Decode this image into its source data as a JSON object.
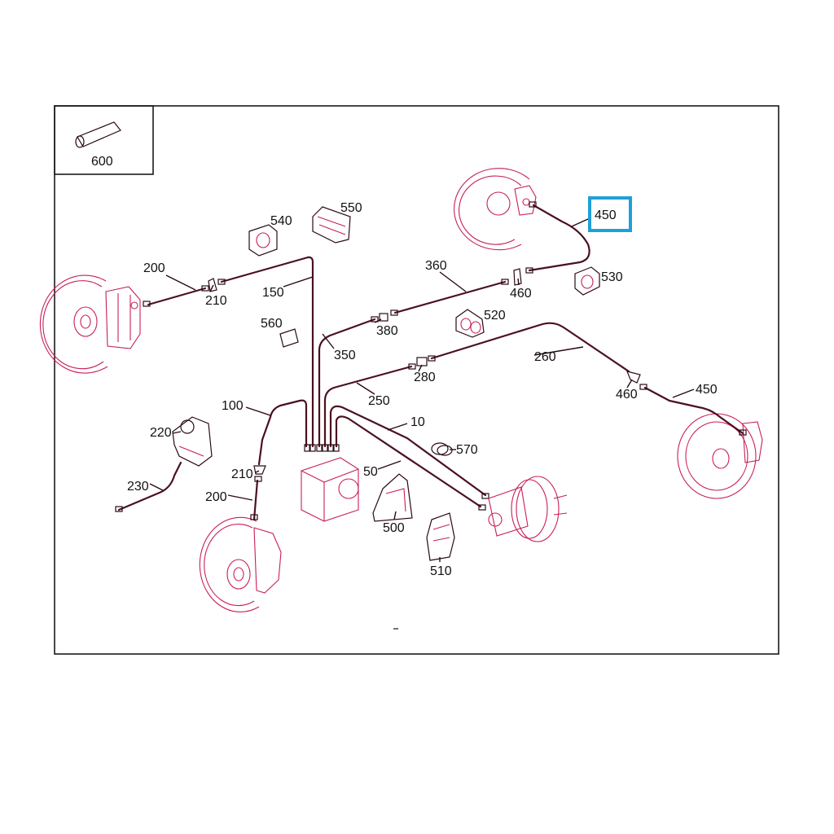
{
  "labels": {
    "l600": "600",
    "l540": "540",
    "l550": "550",
    "l200a": "200",
    "l210a": "210",
    "l150": "150",
    "l560": "560",
    "l360": "360",
    "l460a": "460",
    "l530": "530",
    "l450a": "450",
    "l380": "380",
    "l520": "520",
    "l350": "350",
    "l260": "260",
    "l280": "280",
    "l250": "250",
    "l460b": "460",
    "l450b": "450",
    "l100": "100",
    "l10": "10",
    "l220": "220",
    "l570": "570",
    "l210b": "210",
    "l50": "50",
    "l230": "230",
    "l200b": "200",
    "l500": "500",
    "l510": "510"
  },
  "highlight": {
    "label": "450",
    "color": "#1ea0d8"
  },
  "colors": {
    "part_lines": "#c81e5a",
    "pipes": "#4a1020",
    "frame": "#1a1a1a"
  }
}
